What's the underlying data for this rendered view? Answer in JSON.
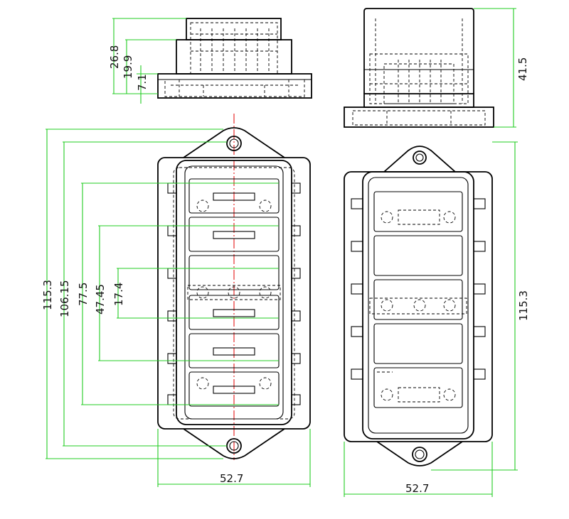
{
  "colors": {
    "dimension_line": "#22cc22",
    "centerline": "#e00000",
    "outline": "#000000"
  },
  "dimensions": {
    "side_view": [
      "26.8",
      "19.9",
      "7.1"
    ],
    "end_view": "41.5",
    "top_view_heights": [
      "115.3",
      "106.15",
      "77.5",
      "47.45",
      "17.4"
    ],
    "top_view_width": "52.7",
    "bottom_view_height": "115.3",
    "bottom_view_width": "52.7"
  }
}
